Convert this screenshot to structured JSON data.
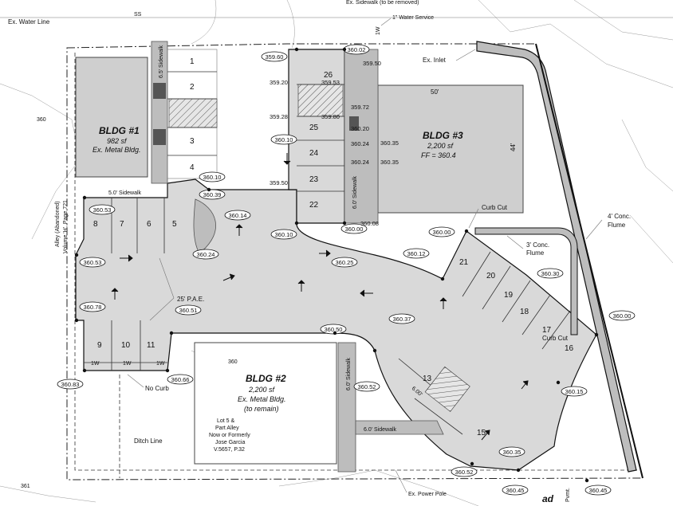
{
  "buildings": {
    "bldg1": {
      "title": "BLDG #1",
      "area": "982 sf",
      "desc": "Ex. Metal Bldg."
    },
    "bldg2": {
      "title": "BLDG #2",
      "area": "2,200 sf",
      "desc": "Ex. Metal Bldg.",
      "note": "(to remain)"
    },
    "bldg3": {
      "title": "BLDG #3",
      "area": "2,200 sf",
      "ff": "FF = 360.4",
      "dim_top": "50'",
      "dim_side": "44'"
    }
  },
  "lot_note": [
    "Lot 5 &",
    "Part Alley",
    "Now or Formerly",
    "Jose Garcia",
    "V.5657, P.32"
  ],
  "labels": {
    "ex_water_line": "Ex. Water Line",
    "ex_sidewalk_top": "Ex. Sidewalk (to be removed)",
    "water_service": "1\" Water Service",
    "water_service_tag": "1W",
    "ex_inlet": "Ex. Inlet",
    "sidewalk_65": "6.5' Sidewalk",
    "sidewalk_50": "5.0' Sidewalk",
    "sidewalk_60_vert": "6.0' Sidewalk",
    "sidewalk_60_b2": "6.0' Sidewalk",
    "sidewalk_60_horiz": "6.0' Sidewalk",
    "curb_cut_top": "Curb Cut",
    "curb_cut_right": "Curb Cut",
    "flume_4": "4' Conc.",
    "flume_4b": "Flume",
    "flume_3": "3' Conc.",
    "flume_3b": "Flume",
    "pae": "25' P.A.E.",
    "no_curb": "No Curb",
    "ditch_line": "Ditch Line",
    "ex_power_pole": "Ex. Power Pole",
    "alley": "Alley (Abandoned)",
    "alley_vol": "Volume 'H', Page 721",
    "one_w": "1W",
    "slope_600": "6.00'",
    "contour_360": "360",
    "contour_361": "361",
    "ss": "SS",
    "road": "ad",
    "pvmt": "Pvmt."
  },
  "stalls": [
    "1",
    "2",
    "3",
    "4",
    "5",
    "6",
    "7",
    "8",
    "9",
    "10",
    "11",
    "13",
    "15",
    "16",
    "17",
    "18",
    "19",
    "20",
    "21",
    "22",
    "23",
    "24",
    "25",
    "26"
  ],
  "elevations": [
    "359.60",
    "360.02",
    "359.50",
    "359.53",
    "359.20",
    "359.72",
    "359.28",
    "359.80",
    "360.20",
    "360.10",
    "360.24",
    "360.35",
    "360.24",
    "360.35",
    "359.50",
    "360.10",
    "360.39",
    "360.53",
    "360.14",
    "360.00",
    "360.08",
    "360.10",
    "360.25",
    "360.24",
    "360.53",
    "360.00",
    "360.12",
    "360.30",
    "360.78",
    "360.51",
    "360.50",
    "360.37",
    "360.00",
    "360.83",
    "360.66",
    "360.52",
    "360.15",
    "360.35",
    "360.52",
    "360.45",
    "360.45"
  ]
}
